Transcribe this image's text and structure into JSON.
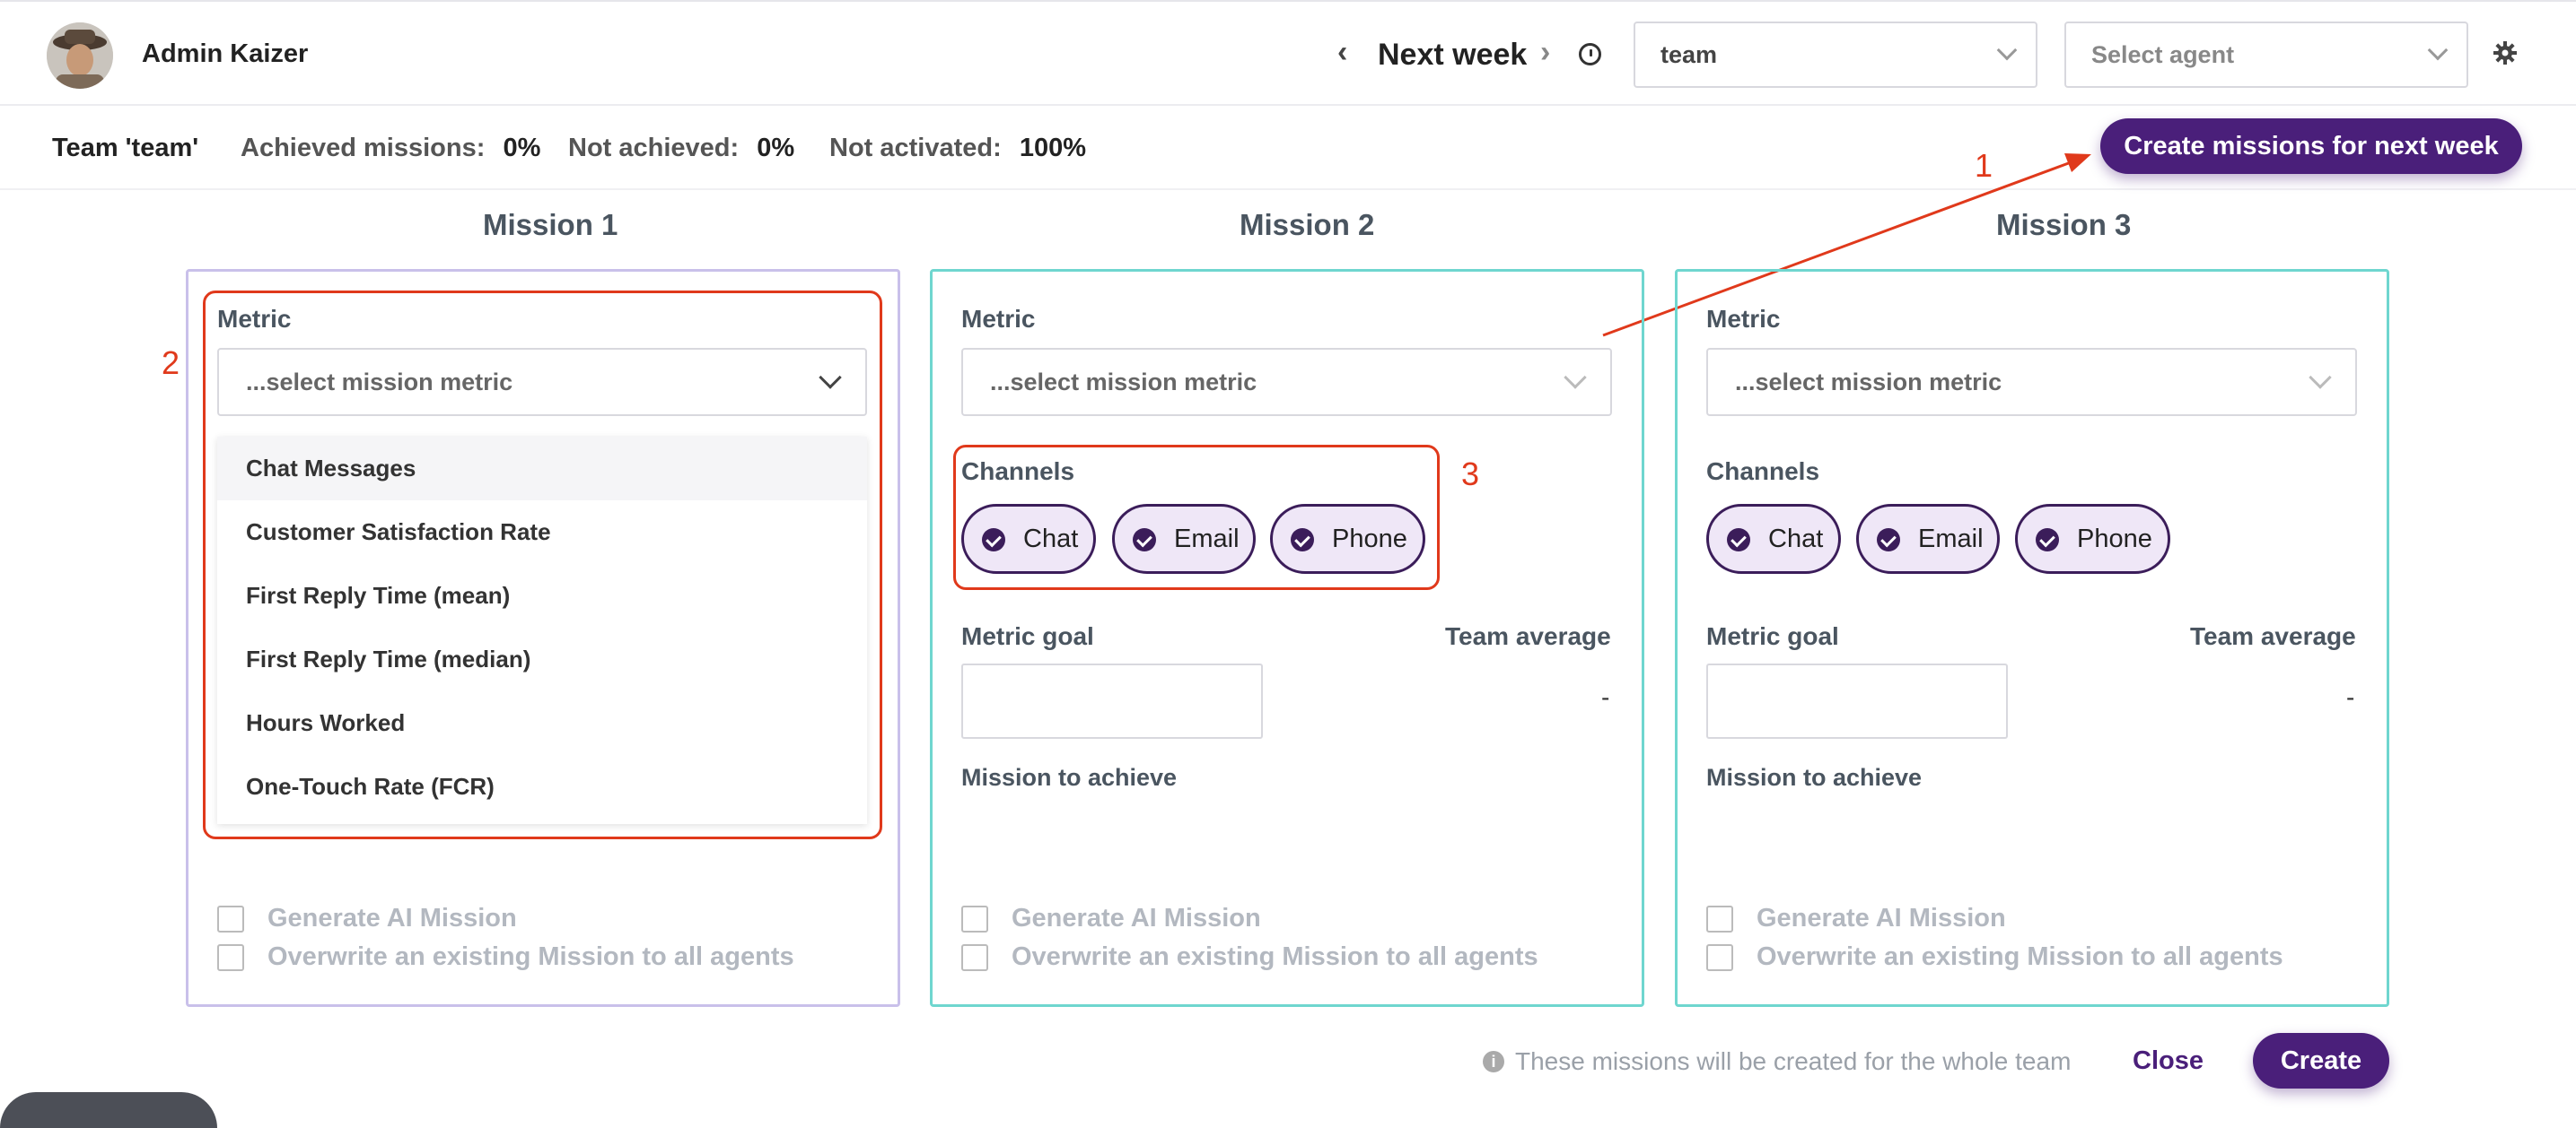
{
  "header": {
    "user_name": "Admin Kaizer",
    "week_label": "Next week",
    "team_select_value": "team",
    "agent_select_placeholder": "Select agent"
  },
  "stats": {
    "team_label": "Team 'team'",
    "achieved_label": "Achieved missions:",
    "achieved_value": "0%",
    "not_achieved_label": "Not achieved:",
    "not_achieved_value": "0%",
    "not_activated_label": "Not activated:",
    "not_activated_value": "100%",
    "create_week_button": "Create missions for next week"
  },
  "annotations": {
    "a1": "1",
    "a2": "2",
    "a3": "3"
  },
  "missions": [
    {
      "title": "Mission 1",
      "metric_label": "Metric",
      "metric_placeholder": "...select mission metric",
      "dropdown_options": [
        "Chat Messages",
        "Customer Satisfaction Rate",
        "First Reply Time (mean)",
        "First Reply Time (median)",
        "Hours Worked",
        "One-Touch Rate (FCR)"
      ],
      "generate_ai_label": "Generate AI Mission",
      "overwrite_label": "Overwrite an existing Mission to all agents"
    },
    {
      "title": "Mission 2",
      "metric_label": "Metric",
      "metric_placeholder": "...select mission metric",
      "channels_label": "Channels",
      "channels": [
        "Chat",
        "Email",
        "Phone"
      ],
      "metric_goal_label": "Metric goal",
      "team_average_label": "Team average",
      "team_average_value": "-",
      "mission_to_achieve_label": "Mission to achieve",
      "generate_ai_label": "Generate AI Mission",
      "overwrite_label": "Overwrite an existing Mission to all agents"
    },
    {
      "title": "Mission 3",
      "metric_label": "Metric",
      "metric_placeholder": "...select mission metric",
      "channels_label": "Channels",
      "channels": [
        "Chat",
        "Email",
        "Phone"
      ],
      "metric_goal_label": "Metric goal",
      "team_average_label": "Team average",
      "team_average_value": "-",
      "mission_to_achieve_label": "Mission to achieve",
      "generate_ai_label": "Generate AI Mission",
      "overwrite_label": "Overwrite an existing Mission to all agents"
    }
  ],
  "footer": {
    "info_icon": "info-icon",
    "note": "These missions will be created for the whole team",
    "close_label": "Close",
    "create_label": "Create"
  },
  "colors": {
    "brand_purple": "#4a1f7a",
    "annotation_red": "#e0391b",
    "card_teal": "#6fd6cf",
    "card_lavender": "#c9c0ea"
  }
}
